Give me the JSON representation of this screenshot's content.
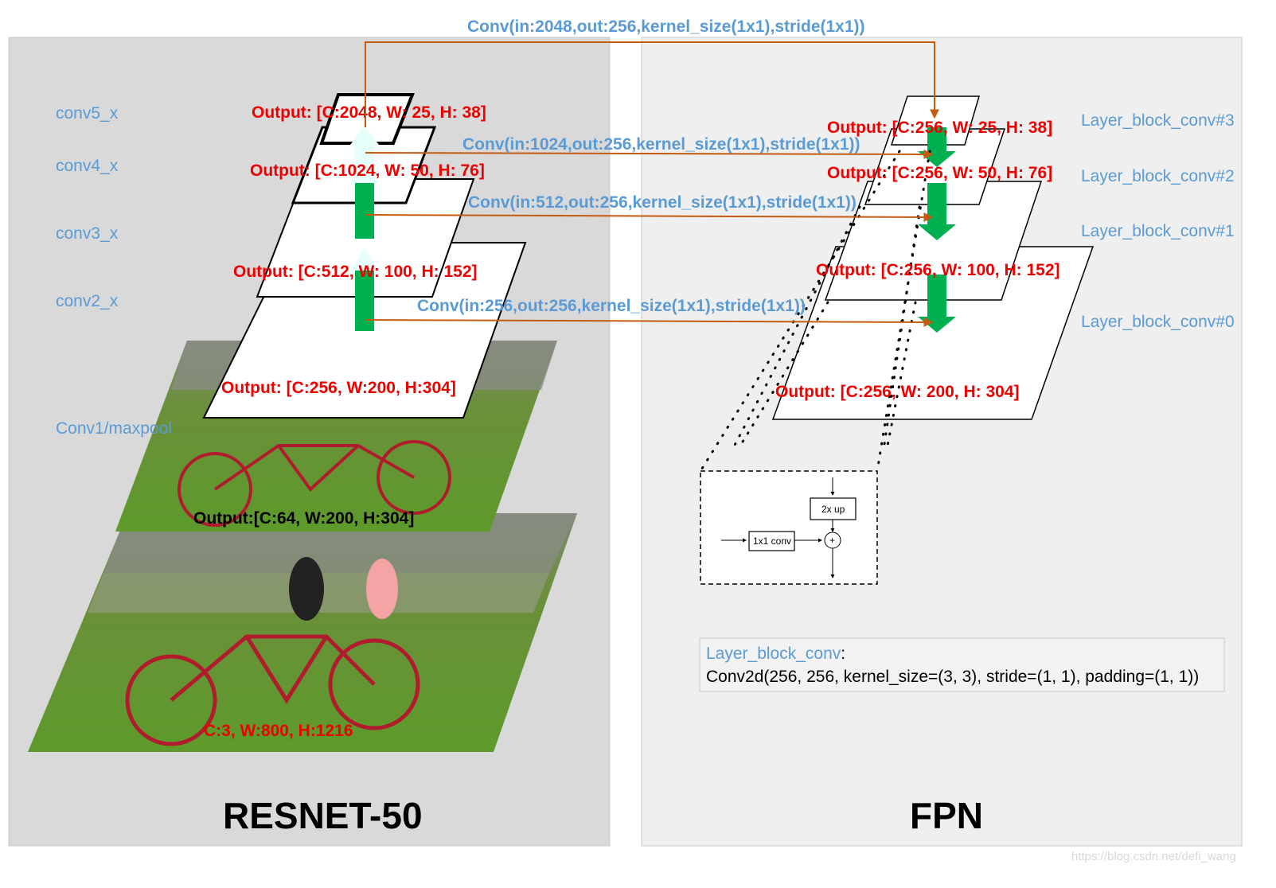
{
  "panels": {
    "left_title": "RESNET-50",
    "right_title": "FPN"
  },
  "resnet": {
    "stage_labels": [
      "conv5_x",
      "conv4_x",
      "conv3_x",
      "conv2_x",
      "Conv1/maxpool"
    ],
    "outputs": [
      "Output: [C:2048, W: 25, H: 38]",
      "Output: [C:1024, W: 50, H: 76]",
      "Output: [C:512, W: 100, H: 152]",
      "Output: [C:256, W:200, H:304]"
    ],
    "conv1_output": "Output:[C:64, W:200, H:304]",
    "input_size": "C:3, W:800, H:1216"
  },
  "lateral_convs": [
    "Conv(in:2048,out:256,kernel_size(1x1),stride(1x1))",
    "Conv(in:1024,out:256,kernel_size(1x1),stride(1x1))",
    "Conv(in:512,out:256,kernel_size(1x1),stride(1x1))",
    "Conv(in:256,out:256,kernel_size(1x1),stride(1x1))"
  ],
  "fpn": {
    "layer_labels": [
      "Layer_block_conv#3",
      "Layer_block_conv#2",
      "Layer_block_conv#1",
      "Layer_block_conv#0"
    ],
    "outputs": [
      "Output: [C:256, W: 25, H: 38]",
      "Output: [C:256, W: 50, H: 76]",
      "Output: [C:256, W: 100, H: 152]",
      "Output: [C:256, W: 200, H: 304]"
    ],
    "block": {
      "upsample": "2x up",
      "conv": "1x1 conv",
      "add": "+"
    },
    "note_key": "Layer_block_conv",
    "note_colon": ":",
    "note_value": "Conv2d(256, 256, kernel_size=(3, 3), stride=(1, 1), padding=(1, 1))"
  },
  "watermark": "https://blog.csdn.net/defi_wang",
  "colors": {
    "left_panel": "#d9d9d9",
    "right_panel": "#efefef",
    "label_blue": "#5b9bd5",
    "output_red": "#ee0000",
    "arrow_orange": "#c55a11",
    "arrow_green": "#00b050"
  }
}
